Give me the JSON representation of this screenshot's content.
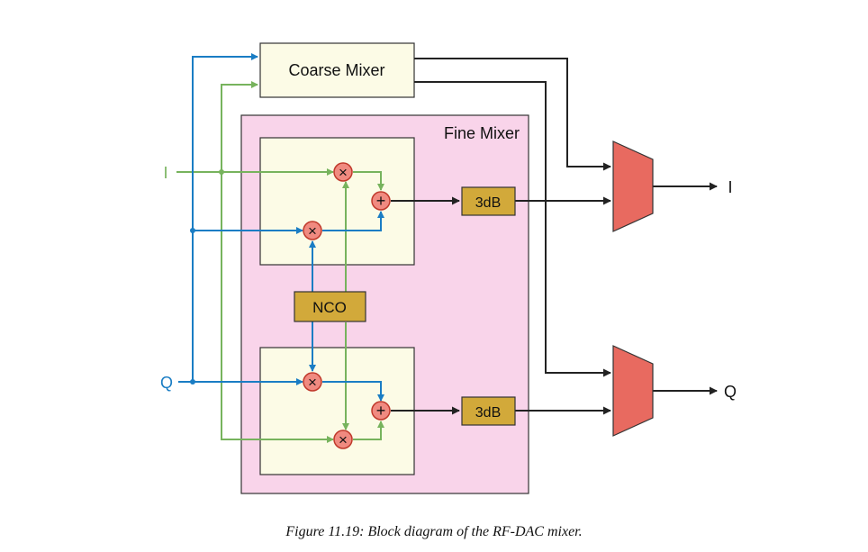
{
  "diagram": {
    "coarse_mixer_label": "Coarse Mixer",
    "fine_mixer_label": "Fine Mixer",
    "nco_label": "NCO",
    "attenuator_top_label": "3dB",
    "attenuator_bottom_label": "3dB",
    "input_i_label": "I",
    "input_q_label": "Q",
    "output_i_label": "I",
    "output_q_label": "Q",
    "multiply_symbol": "×",
    "add_symbol": "+",
    "colors": {
      "blue_wire": "#1a7dc4",
      "green_wire": "#77b35d",
      "black_wire": "#222222",
      "fine_mixer_fill": "#f9d4ea",
      "mixer_box_fill": "#fcfbe6",
      "nco_fill": "#d2a93a",
      "mux_fill": "#e86a60",
      "operator_fill": "#f08a80",
      "operator_stroke": "#c0392b"
    }
  },
  "caption": "Figure 11.19:  Block diagram of the RF-DAC mixer."
}
